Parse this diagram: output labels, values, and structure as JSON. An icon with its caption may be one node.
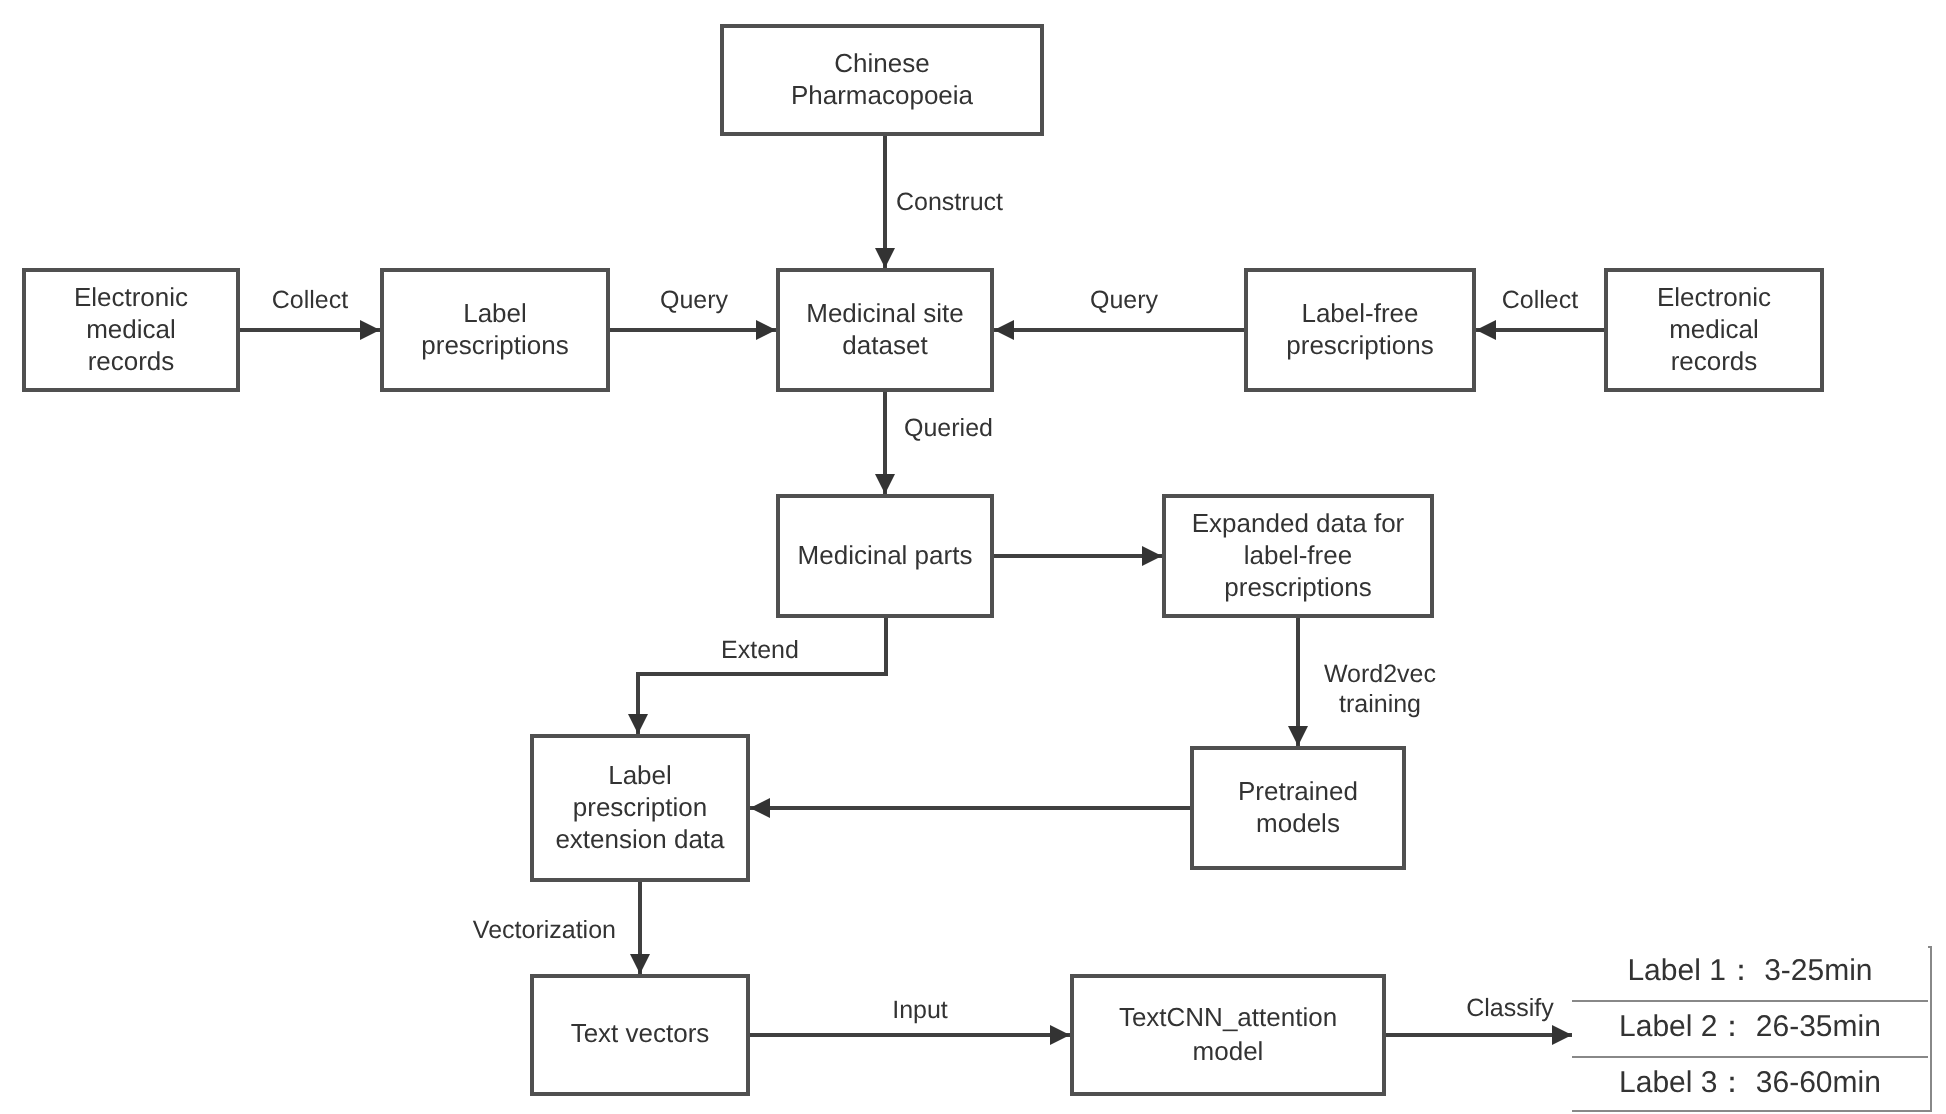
{
  "diagram": {
    "nodes": [
      {
        "text": [
          "Chinese Pharmacopoeia"
        ]
      },
      {
        "text": [
          "Electronic medical records"
        ]
      },
      {
        "text": [
          "Label prescriptions"
        ]
      },
      {
        "text": [
          "Medicinal site dataset"
        ]
      },
      {
        "text": [
          "Label-free prescriptions"
        ]
      },
      {
        "text": [
          "Electronic medical records"
        ]
      },
      {
        "text": [
          "Medicinal parts"
        ]
      },
      {
        "text": [
          "Expanded data for label-free prescriptions"
        ]
      },
      {
        "text": [
          "Label prescription extension data"
        ]
      },
      {
        "text": [
          "Pretrained models"
        ]
      },
      {
        "text": [
          "Text vectors"
        ]
      },
      {
        "text": [
          "TextCNN_attention model"
        ]
      },
      {
        "text": [],
        "shape": "box"
      },
      {
        "text": [
          "Label 1： 3-25min"
        ],
        "in": 12
      },
      {
        "text": [
          "Label 2： 26-35min"
        ],
        "in": 12
      },
      {
        "text": [
          "Label 3： 36-60min"
        ],
        "in": 12
      }
    ],
    "edges": [
      {
        "from": 1,
        "to": 2,
        "arrow": "to",
        "label": "Collect"
      },
      {
        "from": 2,
        "to": 3,
        "arrow": "to",
        "label": "Query"
      },
      {
        "from": 0,
        "to": 3,
        "arrow": "to",
        "label": "Construct"
      },
      {
        "from": 4,
        "to": 3,
        "arrow": "to",
        "label": "Query"
      },
      {
        "from": 5,
        "to": 4,
        "arrow": "to",
        "label": "Collect"
      },
      {
        "from": 3,
        "to": 6,
        "arrow": "to",
        "label": "Queried"
      },
      {
        "from": 6,
        "to": 7,
        "arrow": "to"
      },
      {
        "from": 6,
        "to": 8,
        "arrow": "to",
        "label": "Extend"
      },
      {
        "from": 7,
        "to": 9,
        "arrow": "to",
        "label": "Word2vec training"
      },
      {
        "from": 9,
        "to": 8,
        "arrow": "to"
      },
      {
        "from": 8,
        "to": 10,
        "arrow": "to",
        "label": "Vectorization"
      },
      {
        "from": 10,
        "to": 11,
        "arrow": "to",
        "label": "Input"
      },
      {
        "from": 11,
        "to": 12,
        "arrow": "to",
        "label": "Classify"
      }
    ]
  }
}
